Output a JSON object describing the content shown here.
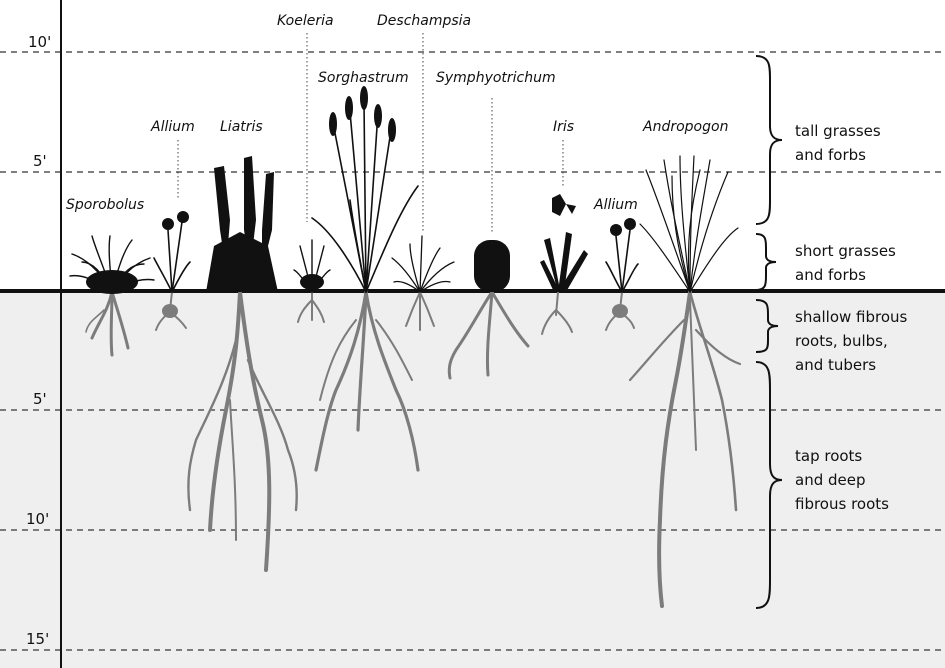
{
  "scale": {
    "above": [
      {
        "label": "10'"
      },
      {
        "label": "5'"
      }
    ],
    "below": [
      {
        "label": "5'"
      },
      {
        "label": "10'"
      },
      {
        "label": "15'"
      }
    ]
  },
  "plants": [
    {
      "name": "Sporobolus"
    },
    {
      "name": "Allium"
    },
    {
      "name": "Liatris"
    },
    {
      "name": "Koeleria"
    },
    {
      "name": "Sorghastrum"
    },
    {
      "name": "Deschampsia"
    },
    {
      "name": "Symphyotrichum"
    },
    {
      "name": "Iris"
    },
    {
      "name": "Allium"
    },
    {
      "name": "Andropogon"
    }
  ],
  "groups": [
    {
      "lines": [
        "tall grasses",
        "and forbs"
      ]
    },
    {
      "lines": [
        "short grasses",
        "and forbs"
      ]
    },
    {
      "lines": [
        "shallow fibrous",
        "roots, bulbs,",
        "and tubers"
      ]
    },
    {
      "lines": [
        "tap roots",
        "and deep",
        "fibrous roots"
      ]
    }
  ],
  "colors": {
    "soil": "#efefef",
    "root": "#7c7c7c",
    "plant": "#111111",
    "gridline": "#555555"
  }
}
